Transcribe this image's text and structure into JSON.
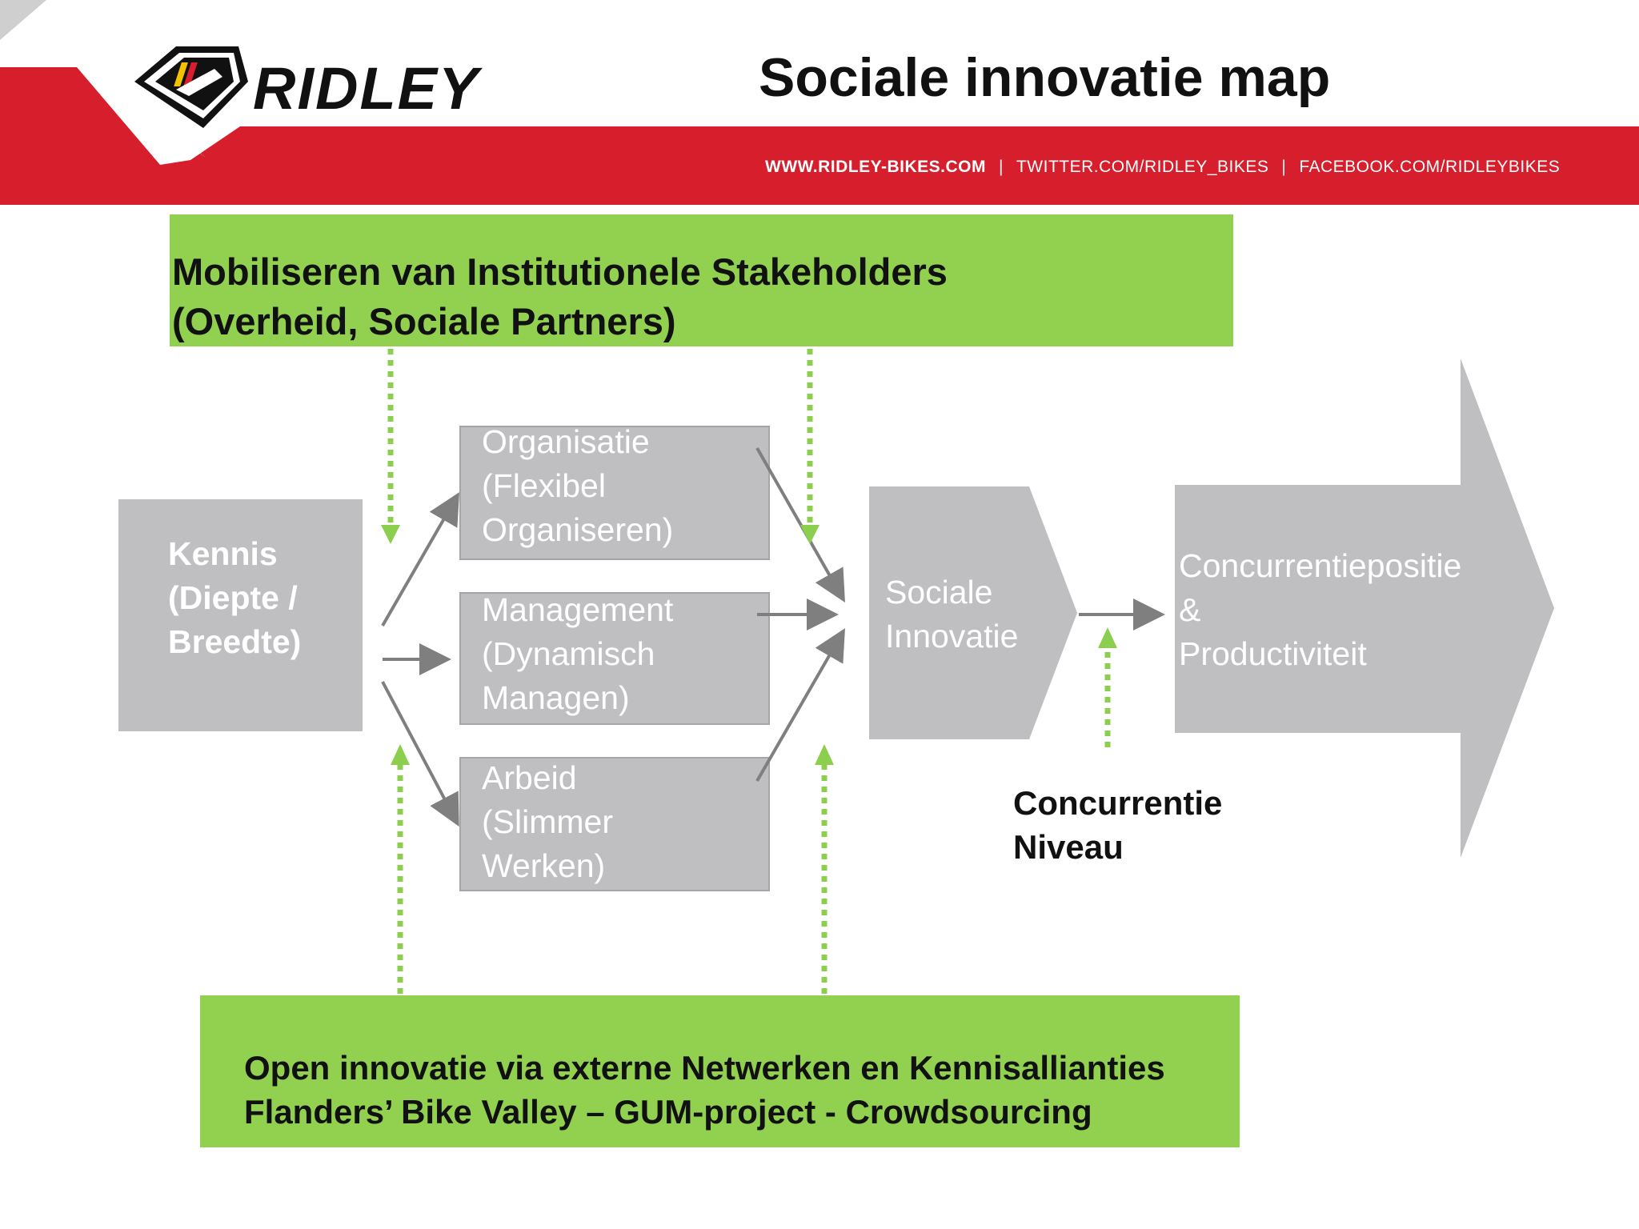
{
  "header": {
    "title": "Sociale innovatie map",
    "logo_text": "RIDLEY",
    "links": [
      "WWW.RIDLEY-BIKES.COM",
      "TWITTER.COM/RIDLEY_BIKES",
      "FACEBOOK.COM/RIDLEYBIKES"
    ],
    "separator": "|"
  },
  "colors": {
    "brand_red": "#d71e2c",
    "box_green": "#92d050",
    "box_grey": "#bfbfc2",
    "arrow_grey": "#7f7f7f",
    "dotted_green": "#8ccf4e"
  },
  "diagram": {
    "top_box": {
      "lines": [
        "Mobiliseren van Institutionele Stakeholders",
        "(Overheid, Sociale Partners)"
      ]
    },
    "bottom_box": {
      "lines": [
        "Open innovatie via externe Netwerken en Kennisallianties",
        "Flanders’ Bike Valley – GUM-project - Crowdsourcing"
      ]
    },
    "kennis": {
      "lines": [
        "Kennis",
        "(Diepte /",
        "Breedte)"
      ]
    },
    "organisatie": {
      "lines": [
        "Organisatie",
        "(Flexibel",
        "Organiseren)"
      ]
    },
    "management": {
      "lines": [
        "Management",
        "(Dynamisch",
        "Managen)"
      ]
    },
    "arbeid": {
      "lines": [
        "Arbeid",
        "(Slimmer",
        "Werken)"
      ]
    },
    "sociale_innovatie": {
      "lines": [
        "Sociale",
        "Innovatie"
      ]
    },
    "concurrentiepositie": {
      "lines": [
        "Concurrentiepositie",
        "&",
        "Productiviteit"
      ]
    },
    "concurrentie_niveau": {
      "lines": [
        "Concurrentie",
        "Niveau"
      ]
    }
  }
}
